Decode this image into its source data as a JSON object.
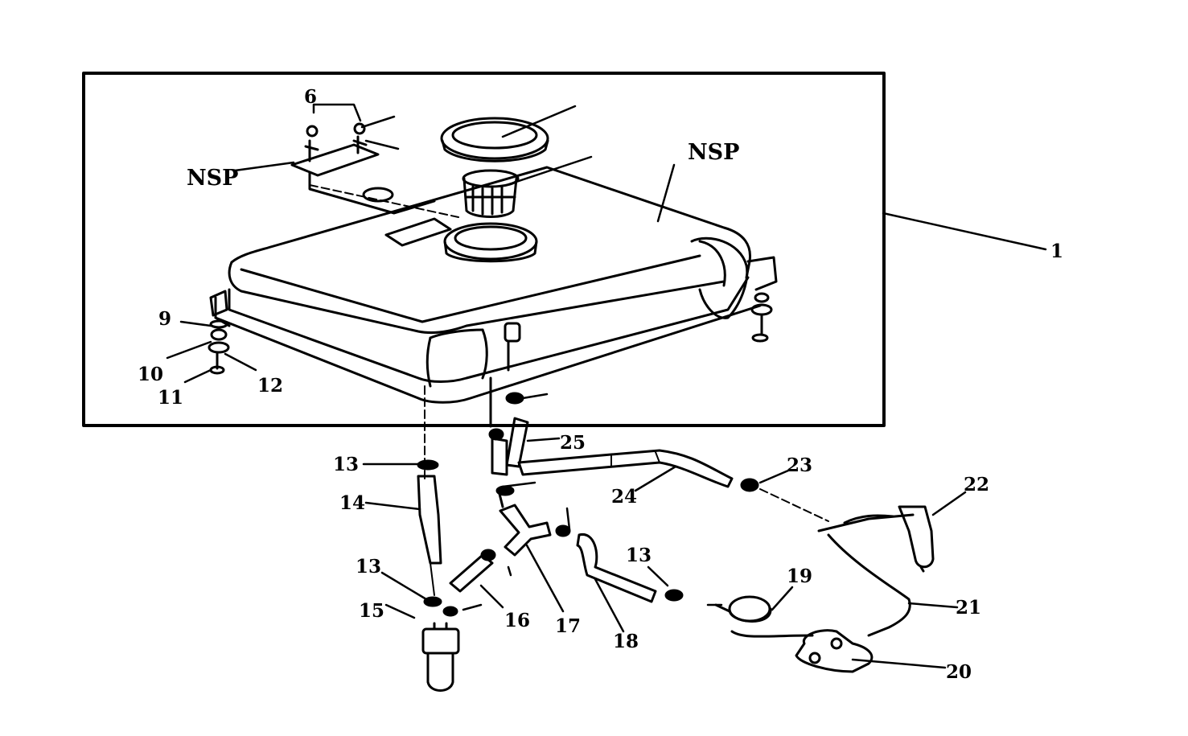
{
  "callouts": {
    "p1": "1",
    "p6": "6",
    "p9": "9",
    "p10": "10",
    "p11": "11",
    "p12": "12",
    "p13a": "13",
    "p13b": "13",
    "p13c": "13",
    "p14": "14",
    "p15": "15",
    "p16": "16",
    "p17": "17",
    "p18": "18",
    "p19": "19",
    "p20": "20",
    "p21": "21",
    "p22": "22",
    "p23": "23",
    "p24": "24",
    "p25": "25",
    "nsp_left": "NSP",
    "nsp_right": "NSP"
  },
  "colors": {
    "ink": "#000000",
    "paper": "#ffffff"
  }
}
